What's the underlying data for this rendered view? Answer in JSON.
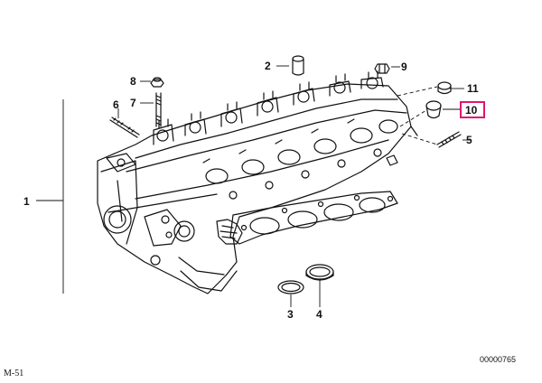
{
  "diagram": {
    "callouts": [
      "1",
      "2",
      "3",
      "4",
      "5",
      "6",
      "7",
      "8",
      "9",
      "10",
      "11"
    ],
    "highlighted_callout": "10",
    "highlight_color": "#e0156e",
    "line_color": "#111111",
    "part": "cylinder-head"
  },
  "footer": {
    "model": "M-51",
    "diagram_id": "00000765"
  }
}
